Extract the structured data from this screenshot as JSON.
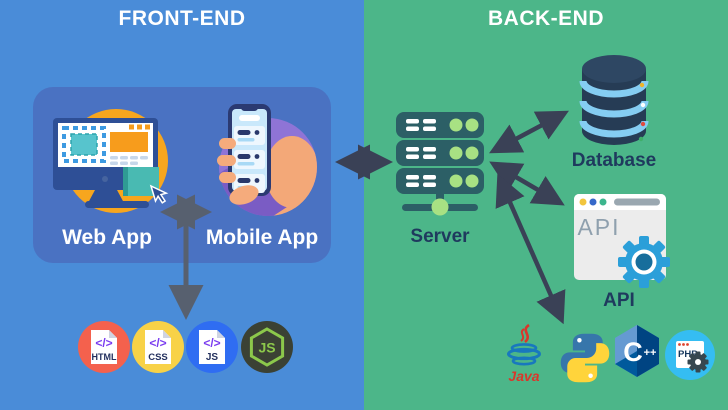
{
  "front_end": {
    "title": "FRONT-END",
    "bg_color": "#4a8cd8",
    "panel_color": "#4a72c2",
    "web_app": {
      "label": "Web App"
    },
    "mobile_app": {
      "label": "Mobile App"
    },
    "tech_icons": [
      {
        "name": "html-file-icon",
        "glyph": "</>",
        "label": "HTML",
        "color": "#f4614d"
      },
      {
        "name": "css-file-icon",
        "glyph": "</>",
        "label": "CSS",
        "color": "#f8d247"
      },
      {
        "name": "js-file-icon",
        "glyph": "</>",
        "label": "JS",
        "color": "#2f6df2"
      },
      {
        "name": "nodejs-icon",
        "label": "JS",
        "color": "#3b4134",
        "accent": "#8cc84b"
      }
    ]
  },
  "back_end": {
    "title": "BACK-END",
    "bg_color": "#4cb689",
    "server": {
      "label": "Server"
    },
    "database": {
      "label": "Database"
    },
    "api": {
      "label": "API",
      "window_text": "API"
    },
    "languages": [
      {
        "name": "java-icon",
        "label": "Java",
        "color": "#d9372b"
      },
      {
        "name": "python-icon",
        "color_blue": "#3776ab",
        "color_yellow": "#ffd43b"
      },
      {
        "name": "cpp-icon",
        "letter": "C",
        "plus": "++",
        "color": "#00599c"
      },
      {
        "name": "php-icon",
        "label": "PHP",
        "color": "#35bdf2"
      }
    ]
  },
  "colors": {
    "arrow_dark": "#3a4156",
    "arrow_gray": "#57606f",
    "label_dark": "#1f3a5e",
    "label_light": "#ffffff"
  }
}
